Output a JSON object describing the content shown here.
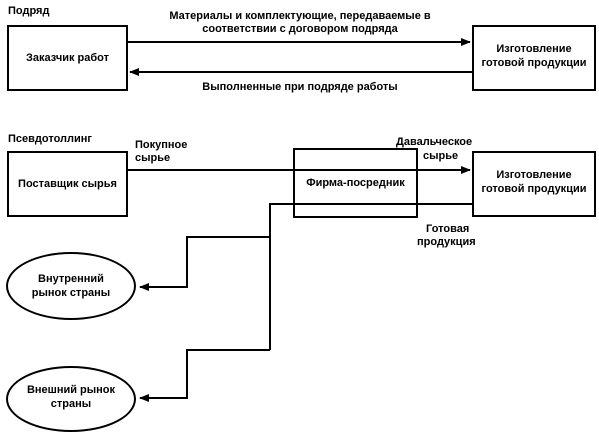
{
  "section1": {
    "title": "Подряд",
    "customer_box": "Заказчик работ",
    "production_box_line1": "Изготовление",
    "production_box_line2": "готовой продукции",
    "top_arrow_line1": "Материалы и комплектующие, передаваемые в",
    "top_arrow_line2": "соответствии с договором подряда",
    "bottom_arrow": "Выполненные при подряде работы"
  },
  "section2": {
    "title": "Псевдотоллинг",
    "supplier_box": "Поставщик сырья",
    "intermediary_box": "Фирма-посредник",
    "production_box_line1": "Изготовление",
    "production_box_line2": "готовой продукции",
    "purchased_line1": "Покупное",
    "purchased_line2": "сырье",
    "tolling_line1": "Давальческое",
    "tolling_line2": "сырье",
    "finished_line1": "Готовая",
    "finished_line2": "продукция",
    "domestic_line1": "Внутренний",
    "domestic_line2": "рынок страны",
    "foreign_line1": "Внешний рынок",
    "foreign_line2": "страны"
  }
}
